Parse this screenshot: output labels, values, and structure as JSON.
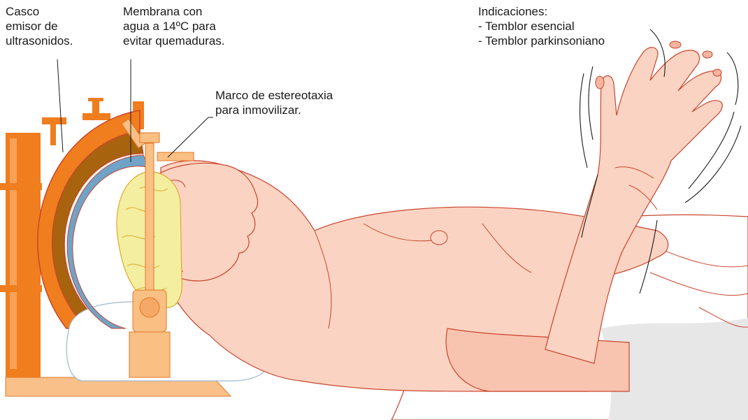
{
  "labels": {
    "casco": [
      "Casco",
      "emisor de",
      "ultrasonidos."
    ],
    "membrana": [
      "Membrana con",
      "agua a 14ºC para",
      "evitar quemaduras."
    ],
    "marco": [
      "Marco de estereotaxia",
      "para inmovilizar."
    ],
    "indicaciones": [
      "Indicaciones:",
      "- Temblor esencial",
      "- Temblor parkinsoniano"
    ]
  },
  "colors": {
    "helmet_orange": "#f07d1e",
    "helmet_brown": "#a8630f",
    "membrane_blue": "#6fa3c8",
    "brain_yellow": "#f3eea0",
    "skin": "#fbd3c2",
    "skin_outline": "#c9452e",
    "frame": "#f9bf83",
    "base": "#f9c08a"
  }
}
